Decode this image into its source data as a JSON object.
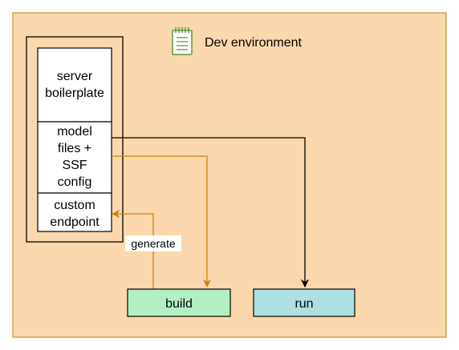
{
  "container": {
    "title": "Dev environment",
    "icon": "notebook-icon",
    "fill": "#fad7ac",
    "stroke": "#d08b2a"
  },
  "stack": {
    "blocks": [
      {
        "lines": [
          "server",
          "boilerplate"
        ]
      },
      {
        "lines": [
          "model",
          "files +",
          "SSF",
          "config"
        ]
      },
      {
        "lines": [
          "custom",
          "endpoint"
        ]
      }
    ]
  },
  "nodes": {
    "build": {
      "label": "build",
      "fill": "#b2f0c4"
    },
    "run": {
      "label": "run",
      "fill": "#ade0e3"
    }
  },
  "edges": {
    "generate_label": "generate",
    "orange_color": "#d27f0e",
    "black_color": "#000000"
  }
}
